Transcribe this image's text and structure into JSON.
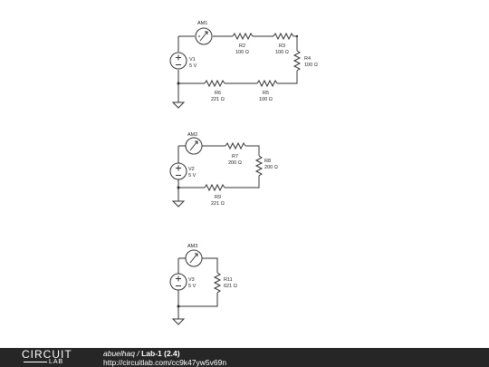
{
  "circuits": [
    {
      "ammeter": "AM1",
      "source": {
        "name": "V1",
        "value": "5 V"
      },
      "resistors": [
        {
          "name": "R2",
          "value": "100 Ω"
        },
        {
          "name": "R3",
          "value": "100 Ω"
        },
        {
          "name": "R4",
          "value": "100 Ω"
        },
        {
          "name": "R5",
          "value": "100 Ω"
        },
        {
          "name": "R6",
          "value": "221 Ω"
        }
      ]
    },
    {
      "ammeter": "AM2",
      "source": {
        "name": "V2",
        "value": "5 V"
      },
      "resistors": [
        {
          "name": "R7",
          "value": "200 Ω"
        },
        {
          "name": "R8",
          "value": "200 Ω"
        },
        {
          "name": "R9",
          "value": "221 Ω"
        }
      ]
    },
    {
      "ammeter": "AM3",
      "source": {
        "name": "V3",
        "value": "5 V"
      },
      "resistors": [
        {
          "name": "R11",
          "value": "621 Ω"
        }
      ]
    }
  ],
  "footer": {
    "logo_top": "CIRCUIT",
    "logo_bottom": "LAB",
    "author": "abuelhaq",
    "separator": " / ",
    "title": "Lab-1 (2.4)",
    "url": "http://circuitlab.com/cc9k47yw5v69n"
  }
}
